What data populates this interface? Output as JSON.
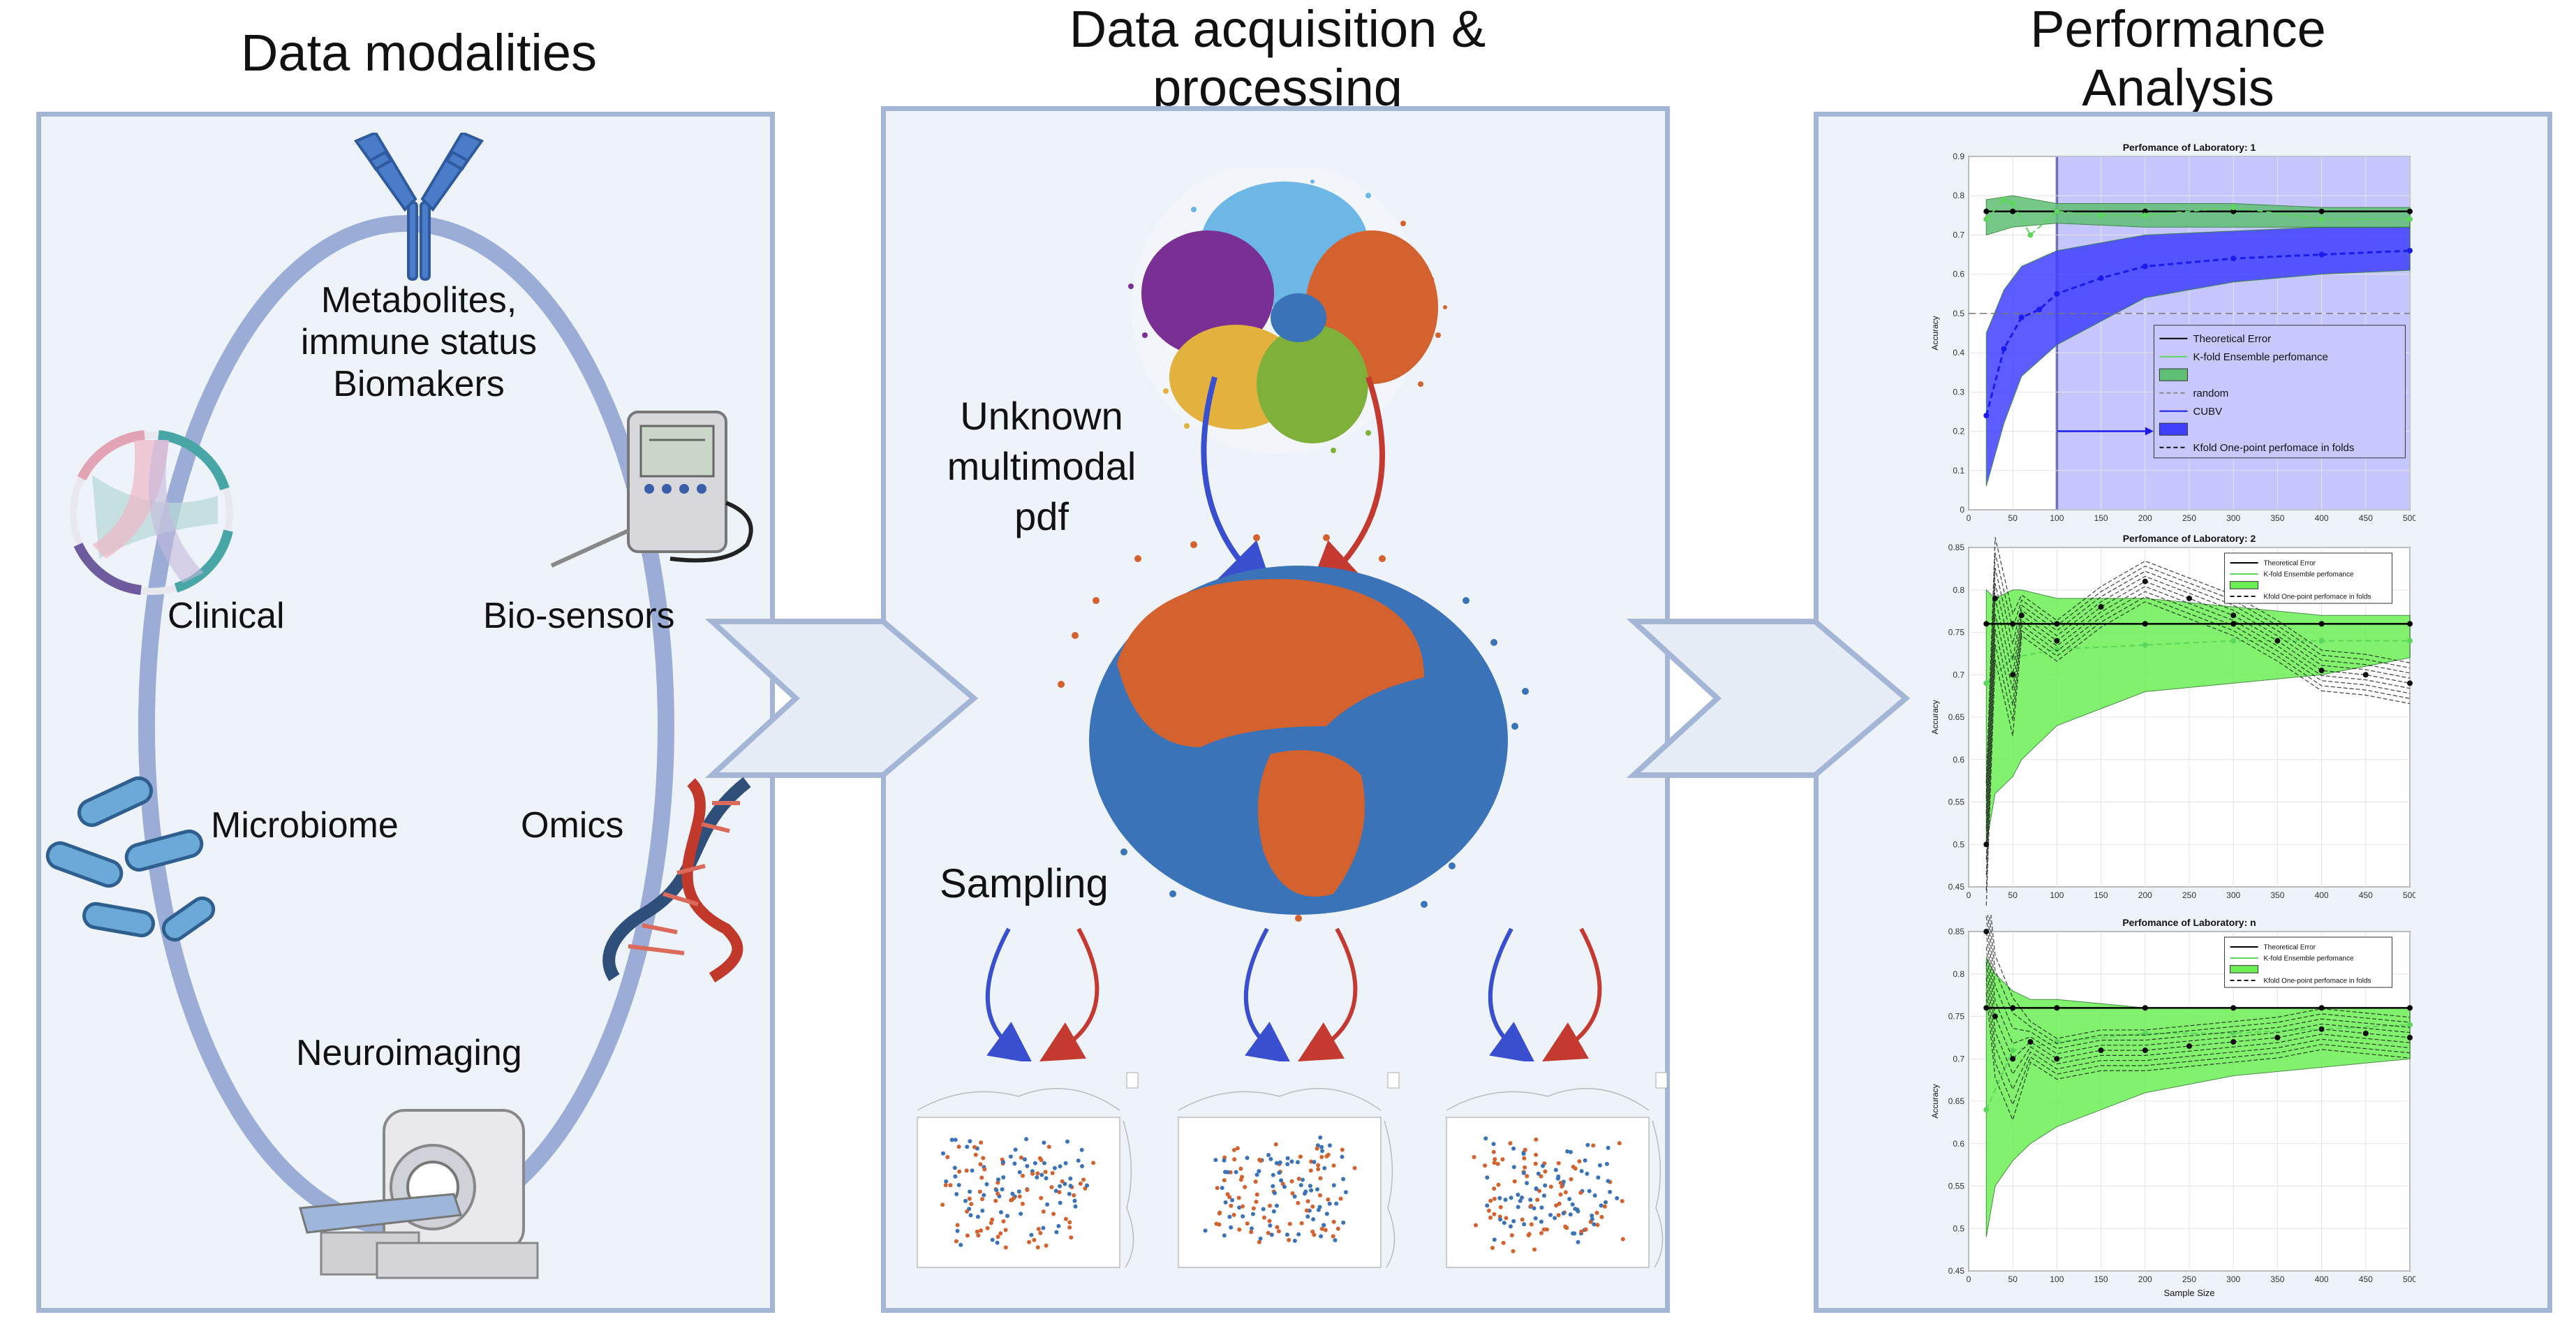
{
  "titles": {
    "modalities": "Data modalities",
    "acquisition_1": "Data acquisition &",
    "acquisition_2": "processing",
    "performance_1": "Performance",
    "performance_2": "Analysis"
  },
  "modalities": {
    "metabolites_1": "Metabolites,",
    "metabolites_2": "immune status",
    "metabolites_3": "Biomakers",
    "clinical": "Clinical",
    "biosensors": "Bio-sensors",
    "microbiome": "Microbiome",
    "omics": "Omics",
    "neuroimaging": "Neuroimaging"
  },
  "acquisition": {
    "unknown_1": "Unknown",
    "unknown_2": "multimodal",
    "unknown_3": "pdf",
    "sampling": "Sampling"
  },
  "colors": {
    "panel_bg": "#eef3fa",
    "panel_border": "#a5b5d6",
    "blue_arrow": "#3a4fd0",
    "red_arrow": "#c43a30",
    "orange": "#d4622e",
    "blue": "#3a73b8",
    "green_band": "#66ee55",
    "cubv_band": "#3333ff"
  },
  "chart_data": [
    {
      "type": "line",
      "title": "Perfomance of Laboratory: 1",
      "xlabel": "",
      "ylabel": "Accuracy",
      "xlim": [
        0,
        500
      ],
      "ylim": [
        0,
        0.9
      ],
      "xticks": [
        0,
        50,
        100,
        150,
        200,
        250,
        300,
        350,
        400,
        450,
        500
      ],
      "yticks": [
        0,
        0.1,
        0.2,
        0.3,
        0.4,
        0.5,
        0.6,
        0.7,
        0.8,
        0.9
      ],
      "legend": [
        "Theoretical Error",
        "K-fold Ensemble perfomance",
        "",
        "random",
        "CUBV",
        "",
        "Kfold One-point perfomace in folds"
      ],
      "series": [
        {
          "name": "Theoretical Error",
          "x": [
            20,
            50,
            100,
            200,
            300,
            400,
            500
          ],
          "values": [
            0.76,
            0.76,
            0.76,
            0.76,
            0.76,
            0.76,
            0.76
          ]
        },
        {
          "name": "K-fold Ensemble perfomance",
          "x": [
            20,
            40,
            50,
            70,
            100,
            150,
            200,
            300,
            400,
            500
          ],
          "values": [
            0.74,
            0.79,
            0.78,
            0.7,
            0.76,
            0.75,
            0.75,
            0.77,
            0.74,
            0.74
          ]
        },
        {
          "name": "random",
          "x": [
            0,
            500
          ],
          "values": [
            0.5,
            0.5
          ]
        },
        {
          "name": "CUBV",
          "x": [
            20,
            40,
            60,
            80,
            100,
            150,
            200,
            300,
            400,
            500
          ],
          "values": [
            0.24,
            0.41,
            0.49,
            0.51,
            0.55,
            0.59,
            0.62,
            0.64,
            0.65,
            0.66
          ]
        }
      ],
      "band_ensemble": {
        "x": [
          20,
          50,
          100,
          200,
          300,
          400,
          500
        ],
        "lower": [
          0.7,
          0.72,
          0.73,
          0.72,
          0.72,
          0.72,
          0.72
        ],
        "upper": [
          0.79,
          0.8,
          0.78,
          0.78,
          0.78,
          0.77,
          0.77
        ]
      },
      "band_cubv": {
        "x": [
          20,
          40,
          60,
          100,
          200,
          300,
          400,
          500
        ],
        "lower": [
          0.06,
          0.22,
          0.34,
          0.42,
          0.54,
          0.58,
          0.6,
          0.61
        ],
        "upper": [
          0.45,
          0.56,
          0.62,
          0.66,
          0.7,
          0.71,
          0.72,
          0.72
        ]
      },
      "highlight_from_x": 100
    },
    {
      "type": "line",
      "title": "Perfomance of Laboratory: 2",
      "xlabel": "",
      "ylabel": "Accuracy",
      "xlim": [
        0,
        500
      ],
      "ylim": [
        0.45,
        0.85
      ],
      "xticks": [
        0,
        50,
        100,
        150,
        200,
        250,
        300,
        350,
        400,
        450,
        500
      ],
      "yticks": [
        0.45,
        0.5,
        0.55,
        0.6,
        0.65,
        0.7,
        0.75,
        0.8,
        0.85
      ],
      "legend": [
        "Theoretical Error",
        "K-fold Ensemble perfomance",
        "",
        "Kfold One-point perfomace in folds"
      ],
      "series": [
        {
          "name": "Theoretical Error",
          "x": [
            20,
            50,
            100,
            200,
            300,
            400,
            500
          ],
          "values": [
            0.76,
            0.76,
            0.76,
            0.76,
            0.76,
            0.76,
            0.76
          ]
        },
        {
          "name": "K-fold Ensemble perfomance",
          "x": [
            20,
            50,
            100,
            200,
            300,
            400,
            500
          ],
          "values": [
            0.69,
            0.72,
            0.73,
            0.735,
            0.74,
            0.74,
            0.74
          ]
        },
        {
          "name": "Kfold One-point perfomace in folds",
          "x": [
            20,
            30,
            50,
            60,
            100,
            150,
            200,
            250,
            300,
            350,
            400,
            450,
            500
          ],
          "values": [
            0.5,
            0.79,
            0.7,
            0.77,
            0.74,
            0.78,
            0.81,
            0.79,
            0.77,
            0.74,
            0.705,
            0.7,
            0.69
          ]
        }
      ],
      "band_ensemble": {
        "x": [
          20,
          30,
          50,
          60,
          100,
          200,
          300,
          400,
          500
        ],
        "lower": [
          0.5,
          0.56,
          0.58,
          0.6,
          0.64,
          0.68,
          0.69,
          0.7,
          0.72
        ],
        "upper": [
          0.8,
          0.79,
          0.8,
          0.8,
          0.79,
          0.79,
          0.78,
          0.77,
          0.77
        ]
      }
    },
    {
      "type": "line",
      "title": "Perfomance of Laboratory: n",
      "xlabel": "Sample Size",
      "ylabel": "Accuracy",
      "xlim": [
        0,
        500
      ],
      "ylim": [
        0.45,
        0.85
      ],
      "xticks": [
        0,
        50,
        100,
        150,
        200,
        250,
        300,
        350,
        400,
        450,
        500
      ],
      "yticks": [
        0.45,
        0.5,
        0.55,
        0.6,
        0.65,
        0.7,
        0.75,
        0.8,
        0.85
      ],
      "legend": [
        "Theoretical Error",
        "K-fold Ensemble perfomance",
        "",
        "Kfold One-point perfomace in folds"
      ],
      "series": [
        {
          "name": "Theoretical Error",
          "x": [
            20,
            50,
            100,
            200,
            300,
            400,
            500
          ],
          "values": [
            0.76,
            0.76,
            0.76,
            0.76,
            0.76,
            0.76,
            0.76
          ]
        },
        {
          "name": "K-fold Ensemble perfomance",
          "x": [
            20,
            50,
            100,
            200,
            300,
            400,
            500
          ],
          "values": [
            0.64,
            0.71,
            0.72,
            0.73,
            0.73,
            0.735,
            0.74
          ]
        },
        {
          "name": "Kfold One-point perfomace in folds",
          "x": [
            20,
            30,
            50,
            70,
            100,
            150,
            200,
            250,
            300,
            350,
            400,
            450,
            500
          ],
          "values": [
            0.85,
            0.75,
            0.7,
            0.72,
            0.7,
            0.71,
            0.71,
            0.715,
            0.72,
            0.725,
            0.735,
            0.73,
            0.725
          ]
        }
      ],
      "band_ensemble": {
        "x": [
          20,
          30,
          50,
          70,
          100,
          200,
          300,
          400,
          500
        ],
        "lower": [
          0.49,
          0.55,
          0.58,
          0.6,
          0.62,
          0.66,
          0.68,
          0.69,
          0.7
        ],
        "upper": [
          0.82,
          0.8,
          0.78,
          0.77,
          0.77,
          0.76,
          0.76,
          0.76,
          0.76
        ]
      }
    }
  ]
}
